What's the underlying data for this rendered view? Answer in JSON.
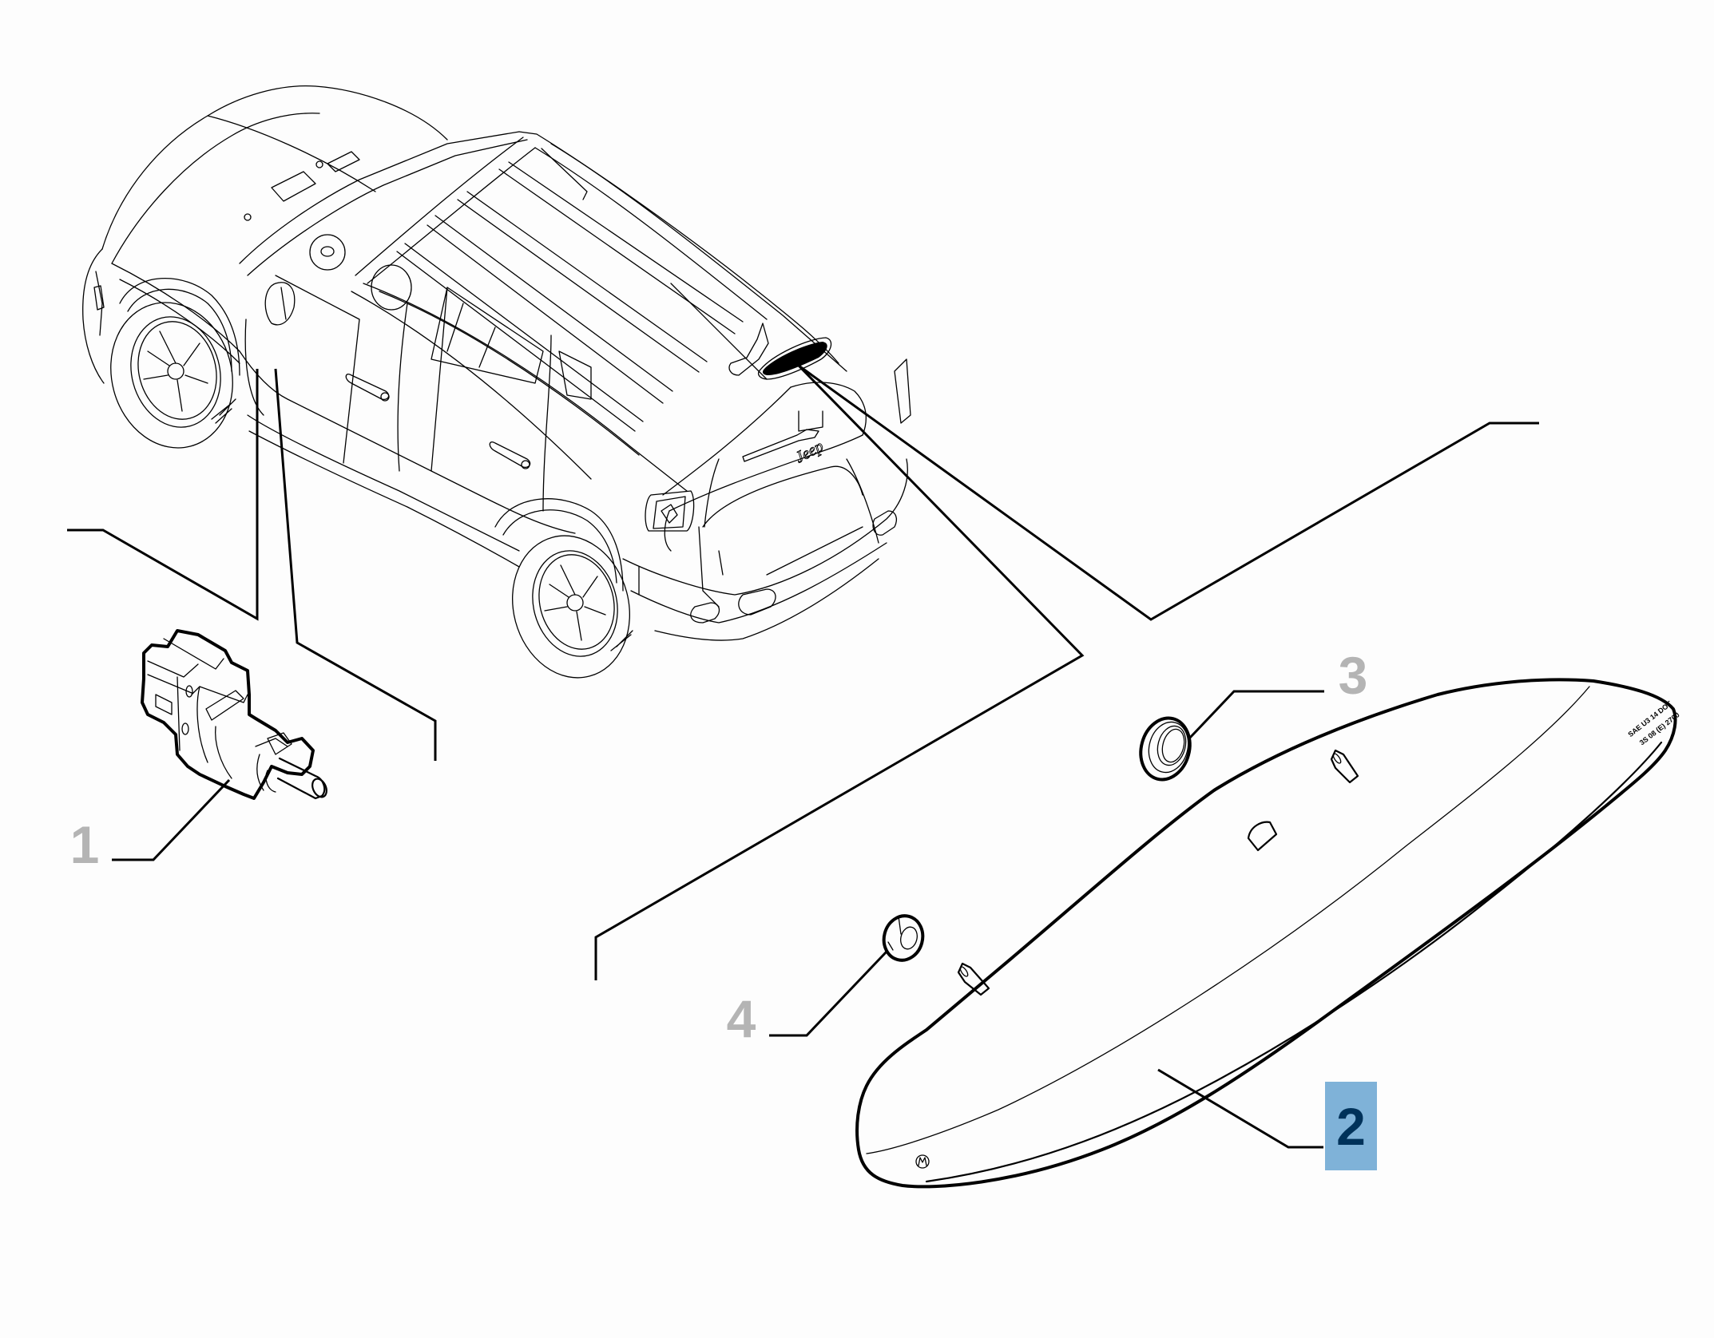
{
  "diagram": {
    "type": "exploded parts diagram",
    "subject": "Third brake light (high-mounted stop lamp) and brake light switch on compact SUV",
    "background": "#fdfdfd",
    "vehicle_badge": "Jeep",
    "lamp_markings": {
      "line1": "SAE U3 14 DOT",
      "line2": "3S 08 (E) 2700"
    }
  },
  "callouts": [
    {
      "number": "1",
      "part": "brake light switch",
      "selected": false,
      "color": "#b4b4b4"
    },
    {
      "number": "2",
      "part": "third brake light",
      "selected": true,
      "color": "#00325a",
      "highlight": "#7fb2d8"
    },
    {
      "number": "3",
      "part": "grommet",
      "selected": false,
      "color": "#b4b4b4"
    },
    {
      "number": "4",
      "part": "nut",
      "selected": false,
      "color": "#b4b4b4"
    }
  ]
}
